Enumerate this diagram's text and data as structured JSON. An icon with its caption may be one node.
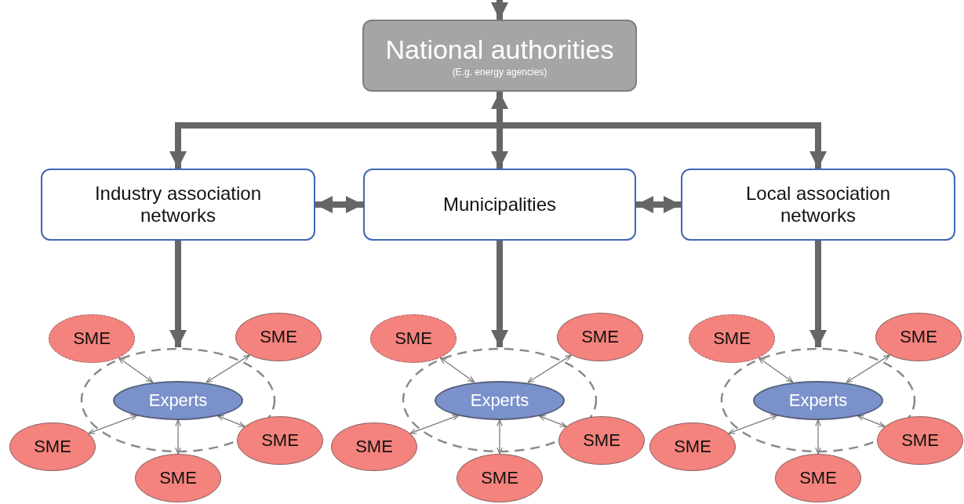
{
  "diagram": {
    "nodes": [
      {
        "text": [
          "National authorities",
          "(E.g. energy agencies)"
        ]
      },
      {
        "text": [
          "Industry association networks"
        ]
      },
      {
        "text": [
          "Municipalities"
        ]
      },
      {
        "text": [
          "Local association networks"
        ]
      },
      {
        "text": [],
        "shape": "circle"
      },
      {
        "text": [
          "Experts"
        ],
        "in": 4
      },
      {
        "text": [
          "SME"
        ]
      },
      {
        "text": [
          "SME"
        ]
      },
      {
        "text": [
          "SME"
        ]
      },
      {
        "text": [
          "SME"
        ]
      },
      {
        "text": [
          "SME"
        ]
      },
      {
        "text": [],
        "shape": "circle"
      },
      {
        "text": [
          "Experts"
        ],
        "in": 11
      },
      {
        "text": [
          "SME"
        ]
      },
      {
        "text": [
          "SME"
        ]
      },
      {
        "text": [
          "SME"
        ]
      },
      {
        "text": [
          "SME"
        ]
      },
      {
        "text": [
          "SME"
        ]
      },
      {
        "text": [],
        "shape": "circle"
      },
      {
        "text": [
          "Experts"
        ],
        "in": 18
      },
      {
        "text": [
          "SME"
        ]
      },
      {
        "text": [
          "SME"
        ]
      },
      {
        "text": [
          "SME"
        ]
      },
      {
        "text": [
          "SME"
        ]
      },
      {
        "text": [
          "SME"
        ]
      }
    ],
    "edges": [
      {
        "from": null,
        "to": 0,
        "arrow": "to",
        "style": "thick"
      },
      {
        "from": 0,
        "to": 1,
        "arrow": "to",
        "style": "thick"
      },
      {
        "from": 0,
        "to": 2,
        "arrow": "both",
        "style": "thick"
      },
      {
        "from": 0,
        "to": 3,
        "arrow": "to",
        "style": "thick"
      },
      {
        "from": 1,
        "to": 2,
        "arrow": "both",
        "style": "thick"
      },
      {
        "from": 2,
        "to": 3,
        "arrow": "both",
        "style": "thick"
      },
      {
        "from": 1,
        "to": 4,
        "arrow": "to",
        "style": "thick"
      },
      {
        "from": 2,
        "to": 11,
        "arrow": "to",
        "style": "thick"
      },
      {
        "from": 3,
        "to": 18,
        "arrow": "to",
        "style": "thick"
      },
      {
        "from": 5,
        "to": 6,
        "arrow": "both"
      },
      {
        "from": 5,
        "to": 7,
        "arrow": "both"
      },
      {
        "from": 5,
        "to": 8,
        "arrow": "both"
      },
      {
        "from": 5,
        "to": 9,
        "arrow": "both"
      },
      {
        "from": 5,
        "to": 10,
        "arrow": "both"
      },
      {
        "from": 12,
        "to": 13,
        "arrow": "both"
      },
      {
        "from": 12,
        "to": 14,
        "arrow": "both"
      },
      {
        "from": 12,
        "to": 15,
        "arrow": "both"
      },
      {
        "from": 12,
        "to": 16,
        "arrow": "both"
      },
      {
        "from": 12,
        "to": 17,
        "arrow": "both"
      },
      {
        "from": 19,
        "to": 20,
        "arrow": "both"
      },
      {
        "from": 19,
        "to": 21,
        "arrow": "both"
      },
      {
        "from": 19,
        "to": 22,
        "arrow": "both"
      },
      {
        "from": 19,
        "to": 23,
        "arrow": "both"
      },
      {
        "from": 19,
        "to": 24,
        "arrow": "both"
      }
    ]
  }
}
